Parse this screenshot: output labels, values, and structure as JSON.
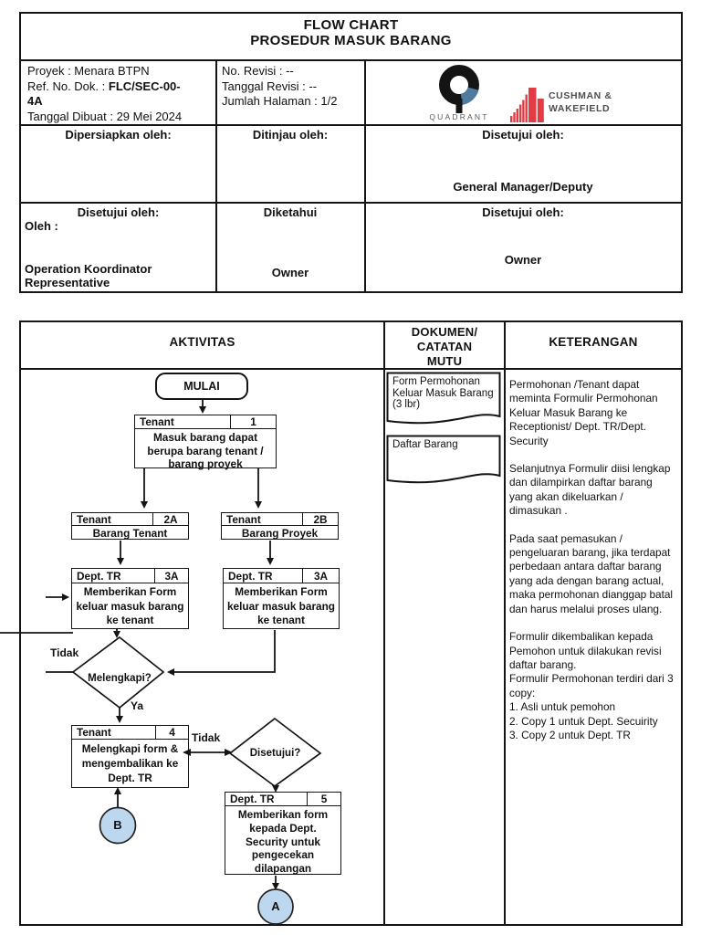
{
  "header": {
    "title_line1": "FLOW CHART",
    "title_line2": "PROSEDUR MASUK BARANG",
    "info_left": [
      [
        {
          "t": "Proyek : Menara BTPN"
        }
      ],
      [
        {
          "t": "Ref. No. Dok. : "
        },
        {
          "t": "FLC/SEC-00-",
          "b": 1
        }
      ],
      [
        {
          "t": "4A",
          "b": 1
        }
      ],
      [
        {
          "t": "Tanggal Dibuat : 29 Mei 2024"
        }
      ]
    ],
    "info_middle": [
      [
        {
          "t": "No. Revisi : --"
        }
      ],
      [
        {
          "t": "Tanggal Revisi : --"
        }
      ],
      [
        {
          "t": "Jumlah Halaman : 1/2"
        }
      ]
    ],
    "logo_quadrant_text": "QUADRANT",
    "logo_cw_line1": "CUSHMAN &",
    "logo_cw_line2": "WAKEFIELD"
  },
  "signatures": {
    "prepared_label": "Dipersiapkan oleh:",
    "reviewed_label": "Ditinjau oleh:",
    "approved_label": "Disetujui oleh:",
    "approved_name": "General Manager/Deputy",
    "row2_left_label": "Disetujui oleh:",
    "row2_left_sub": "Oleh :",
    "row2_left_name": "Operation Koordinator Representative",
    "known_label": "Diketahui",
    "known_name": "Owner",
    "row2_right_label": "Disetujui oleh:",
    "row2_right_name": "Owner"
  },
  "table": {
    "col1_header": "AKTIVITAS",
    "col2_header": "DOKUMEN/\nCATATAN\nMUTU",
    "col3_header": "KETERANGAN"
  },
  "flowchart": {
    "start_label": "MULAI",
    "box1": {
      "role": "Tenant",
      "num": "1",
      "text": "Masuk barang dapat berupa barang tenant / barang proyek"
    },
    "box2a": {
      "role": "Tenant",
      "num": "2A",
      "text": "Barang Tenant"
    },
    "box2b": {
      "role": "Tenant",
      "num": "2B",
      "text": "Barang Proyek"
    },
    "box3a": {
      "role": "Dept. TR",
      "num": "3A",
      "text": "Memberikan Form keluar masuk barang ke tenant"
    },
    "box3b": {
      "role": "Dept. TR",
      "num": "3A",
      "text": "Memberikan Form keluar masuk barang ke tenant"
    },
    "box4": {
      "role": "Tenant",
      "num": "4",
      "text": "Melengkapi form & mengembalikan ke Dept. TR"
    },
    "box5": {
      "role": "Dept. TR",
      "num": "5",
      "text": "Memberikan form kepada Dept. Security untuk pengecekan dilapangan"
    },
    "diamond1_label": "Melengkapi?",
    "diamond2_label": "Disetujui?",
    "label_tidak1": "Tidak",
    "label_ya": "Ya",
    "label_tidak2": "Tidak",
    "connector_a": "A",
    "connector_b": "B"
  },
  "documents": {
    "doc1": "Form Permohonan Keluar Masuk Barang (3 lbr)",
    "doc2": "Daftar Barang"
  },
  "keterangan": {
    "paragraphs": [
      "Permohonan /Tenant dapat meminta Formulir Permohonan Keluar Masuk Barang ke Receptionist/ Dept. TR/Dept. Security",
      "Selanjutnya Formulir diisi lengkap dan dilampirkan daftar barang yang akan dikeluarkan / dimasukan .",
      "Pada saat pemasukan / pengeluaran barang, jika terdapat perbedaan antara daftar barang yang ada dengan barang actual, maka permohonan dianggap batal dan harus melalui proses ulang.",
      "Formulir dikembalikan kepada Pemohon untuk dilakukan revisi daftar barang.\nFormulir Permohonan terdiri dari 3 copy:\n1. Asli untuk pemohon\n2. Copy 1 untuk Dept. Secuirity\n3. Copy 2 untuk Dept. TR"
    ]
  },
  "colors": {
    "circle_fill": "#bdd7ee",
    "cw_red": "#e23b43",
    "quadrant_blue": "#4e7ca1",
    "line_black": "#141414"
  }
}
